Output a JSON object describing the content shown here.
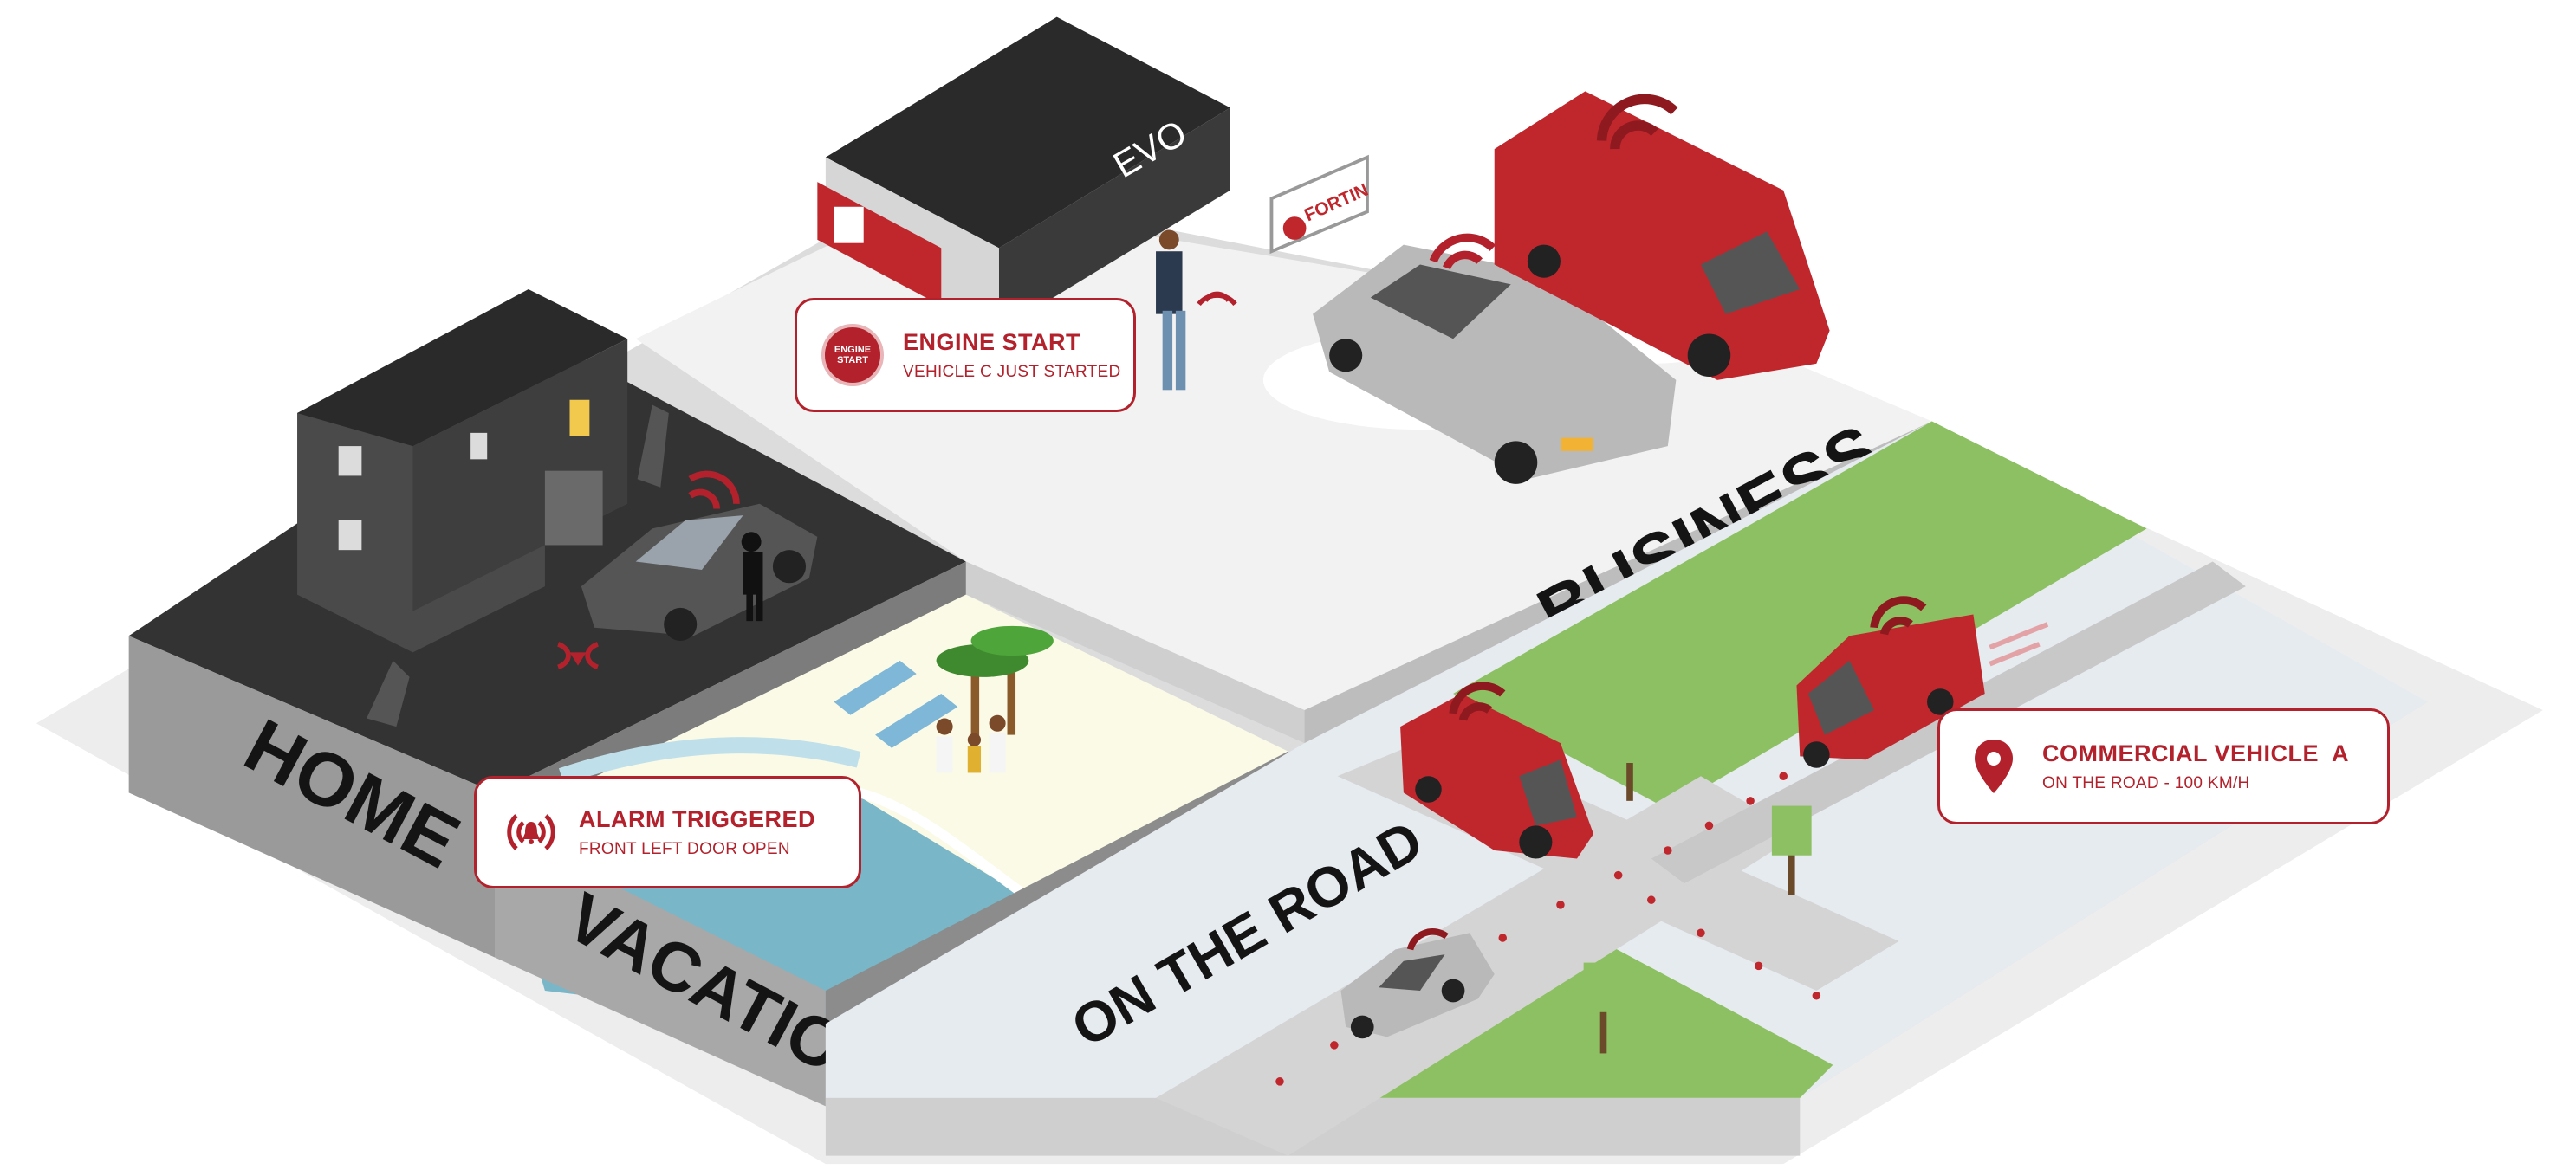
{
  "zones": {
    "home": "HOME",
    "vacation": "VACATION",
    "business": "BUSINESS",
    "on_the_road": "ON THE ROAD"
  },
  "signs": {
    "dealership": "EVO",
    "brand": "FORTIN"
  },
  "callouts": {
    "engine_start": {
      "icon_text_1": "ENGINE",
      "icon_text_2": "START",
      "title": "ENGINE START",
      "subtitle": "VEHICLE C JUST STARTED"
    },
    "alarm": {
      "title": "ALARM TRIGGERED",
      "subtitle": "FRONT LEFT DOOR OPEN"
    },
    "commercial": {
      "title": "COMMERCIAL VEHICLE  A",
      "subtitle": "ON THE ROAD - 100 KM/H"
    }
  },
  "colors": {
    "accent_red": "#b3222c",
    "van_red": "#c0272d",
    "home_dark": "#3b3b3b",
    "grass_green": "#8cc063",
    "water_blue": "#7fb7c9",
    "sand": "#fbfae6",
    "platform_grey": "#d9d9d9"
  }
}
